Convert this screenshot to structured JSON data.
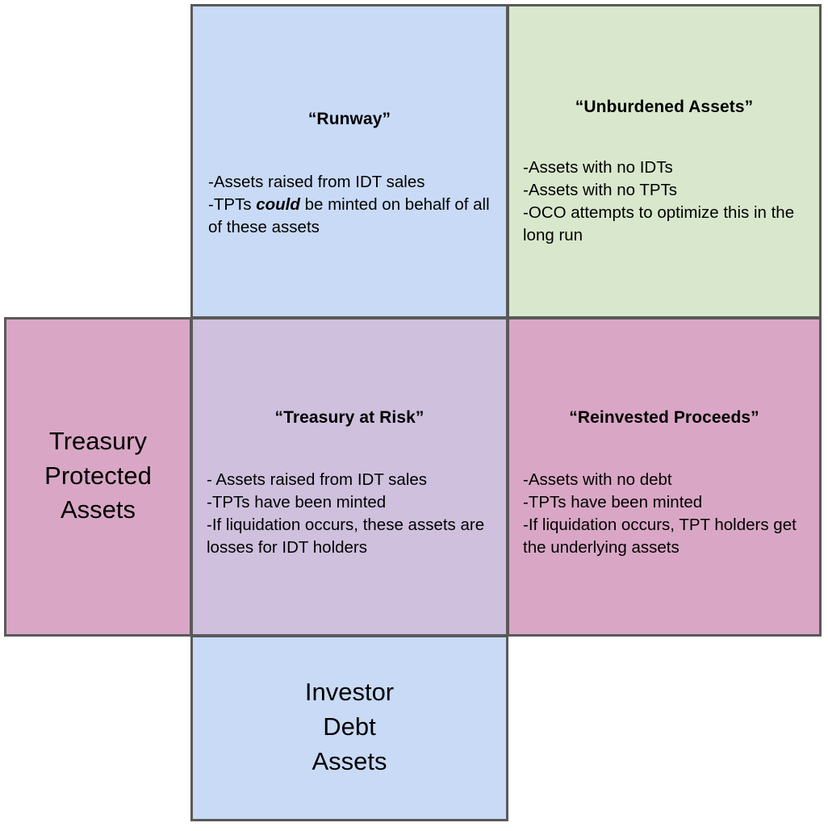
{
  "diagram": {
    "type": "matrix-cross-diagram",
    "background": "#ffffff",
    "border_color": "#595959",
    "cells": {
      "runway": {
        "title": "“Runway”",
        "fill": "#c9daf6",
        "bullets": [
          "-Assets raised from IDT sales",
          "-TPTs could be minted on behalf of all of these assets"
        ],
        "bullet_parts": [
          [
            "-Assets raised from IDT sales"
          ],
          [
            "-TPTs ",
            "could",
            " be minted on behalf of all of these assets"
          ]
        ]
      },
      "unburdened": {
        "title": "“Unburdened Assets”",
        "fill": "#d9e8cd",
        "bullets": [
          "-Assets with no IDTs",
          "-Assets with no TPTs",
          "-OCO attempts to optimize this in the long run"
        ]
      },
      "treasury_protected": {
        "label": "Treasury\nProtected\nAssets",
        "fill": "#d9a7c5"
      },
      "treasury_at_risk": {
        "title": "“Treasury at Risk”",
        "fill": "#cfc0dd",
        "bullets": [
          "- Assets raised from IDT sales",
          "-TPTs have been minted",
          "-If liquidation occurs, these assets are losses for IDT holders"
        ]
      },
      "reinvested_proceeds": {
        "title": "“Reinvested Proceeds”",
        "fill": "#d9a7c5",
        "bullets": [
          "-Assets with no debt",
          "-TPTs have been minted",
          "-If liquidation occurs, TPT holders get the underlying assets"
        ]
      },
      "investor_debt": {
        "label": "Investor\nDebt\nAssets",
        "fill": "#c9daf6"
      }
    }
  }
}
